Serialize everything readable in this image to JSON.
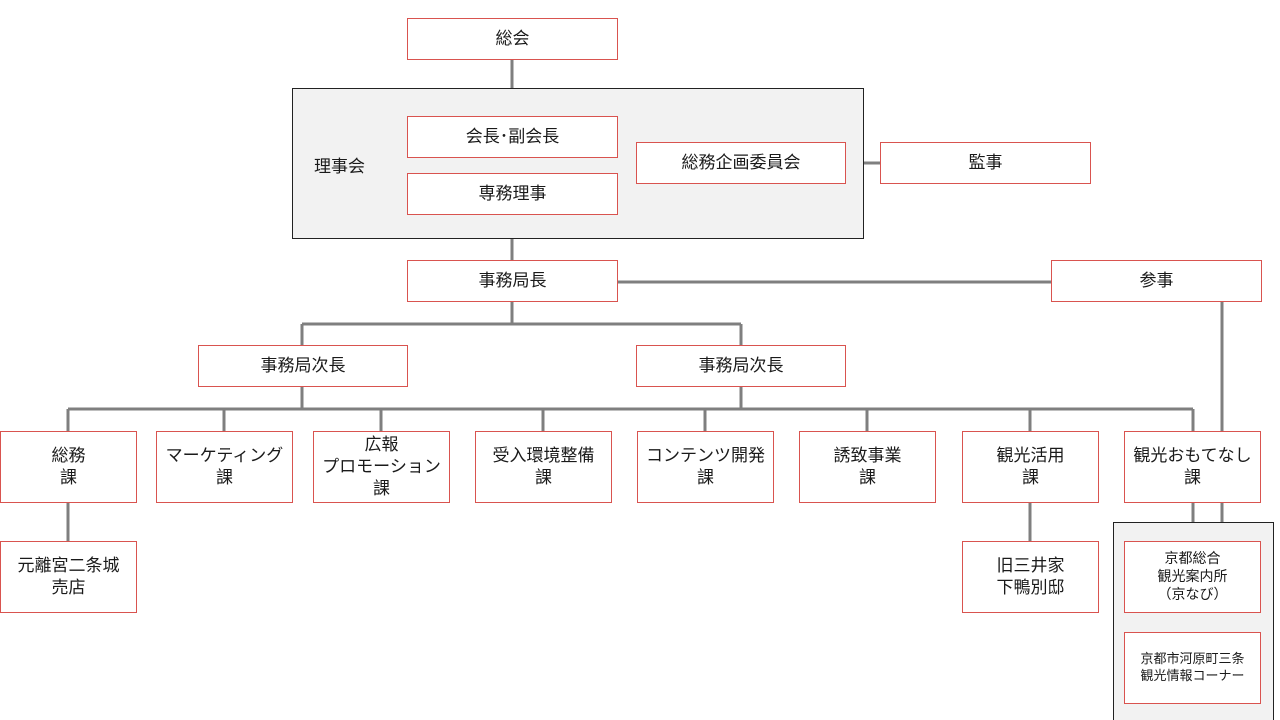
{
  "assembly": "総会",
  "board": {
    "label": "理事会",
    "chairman": "会長･副会長",
    "managing_director": "専務理事",
    "planning_committee": "総務企画委員会"
  },
  "auditor": "監事",
  "secretary_general": "事務局長",
  "councilor": "参事",
  "deputy_left": "事務局次長",
  "deputy_right": "事務局次長",
  "sections": [
    "総務\n課",
    "マーケティング\n課",
    "広報\nプロモーション\n課",
    "受入環境整備\n課",
    "コンテンツ開発\n課",
    "誘致事業\n課",
    "観光活用\n課",
    "観光おもてなし\n課"
  ],
  "sub_units": {
    "shop": "元離宮二条城\n売店",
    "mitsui": "旧三井家\n下鴨別邸",
    "kyonavi": "京都総合\n観光案内所\n（京なび）",
    "sanjo_corner": "京都市河原町三条\n観光情報コーナー"
  }
}
